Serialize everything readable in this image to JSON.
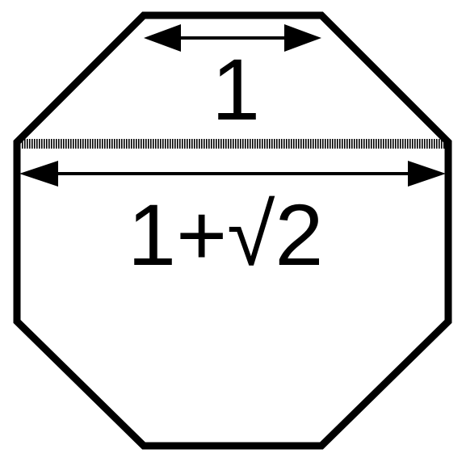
{
  "figure": {
    "shape": "regular-octagon",
    "stroke_color": "#000000",
    "background_color": "#ffffff"
  },
  "labels": {
    "side_length": "1",
    "chord_length": "1+√2"
  }
}
